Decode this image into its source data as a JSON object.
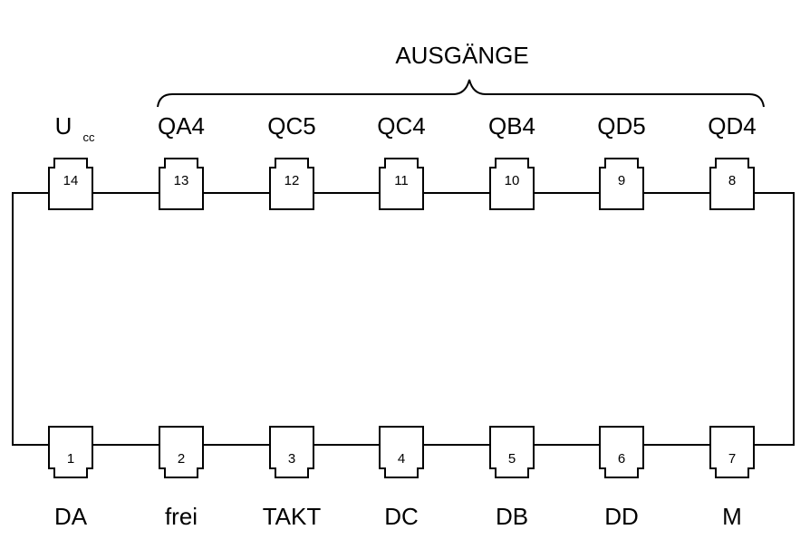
{
  "group_label": "AUSGÄNGE",
  "top_pins": [
    {
      "number": "14",
      "label": "U",
      "subscript": "cc"
    },
    {
      "number": "13",
      "label": "QA4"
    },
    {
      "number": "12",
      "label": "QC5"
    },
    {
      "number": "11",
      "label": "QC4"
    },
    {
      "number": "10",
      "label": "QB4"
    },
    {
      "number": "9",
      "label": "QD5"
    },
    {
      "number": "8",
      "label": "QD4"
    }
  ],
  "bottom_pins": [
    {
      "number": "1",
      "label": "DA"
    },
    {
      "number": "2",
      "label": "frei"
    },
    {
      "number": "3",
      "label": "TAKT"
    },
    {
      "number": "4",
      "label": "DC"
    },
    {
      "number": "5",
      "label": "DB"
    },
    {
      "number": "6",
      "label": "DD"
    },
    {
      "number": "7",
      "label": "M"
    }
  ]
}
